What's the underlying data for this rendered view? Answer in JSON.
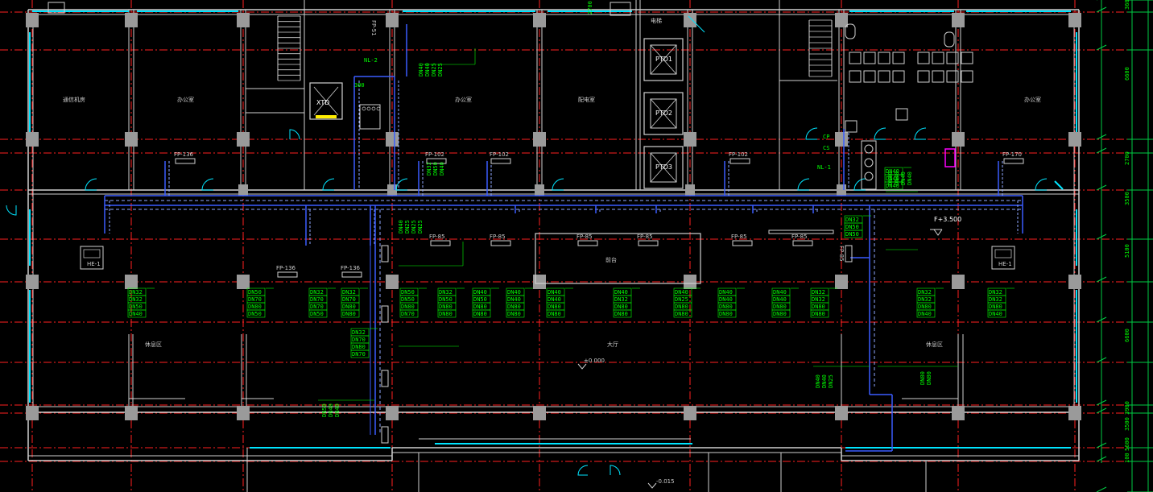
{
  "colors": {
    "background": "#000000",
    "wall": "#d0d0d0",
    "axis_red": "#ff2020",
    "window_cyan": "#00e5ff",
    "pipe_blue": "#3a5cff",
    "pipe_dashed": "#8fa8ff",
    "annotation_green": "#00ff00",
    "column_gray": "#9a9a9a",
    "dimension_green": "#00cc44",
    "magenta": "#ff00ff"
  },
  "rooms": [
    {
      "id": "r1",
      "label": "通信机房"
    },
    {
      "id": "r2",
      "label": "办公室"
    },
    {
      "id": "r3",
      "label": "办公室"
    },
    {
      "id": "r4",
      "label": "配电室"
    },
    {
      "id": "r5",
      "label": "办公室"
    },
    {
      "id": "r6",
      "label": "休息区"
    },
    {
      "id": "r7",
      "label": "大厅"
    },
    {
      "id": "r8",
      "label": "休息区"
    },
    {
      "id": "r9",
      "label": "前台"
    },
    {
      "id": "r10",
      "label": "电梯"
    }
  ],
  "elevators": [
    "PTD1",
    "PTD2",
    "PTD3"
  ],
  "stair_labels": [
    "XTD"
  ],
  "fan_coils": [
    "FP-136",
    "FP-102",
    "FP-102",
    "FP-102",
    "FP-170",
    "FP-136",
    "FP-136",
    "FP-85",
    "FP-85",
    "FP-85",
    "FP-85",
    "FP-85",
    "FP-51",
    "FP-85",
    "FP-85"
  ],
  "air_units": [
    "HE-1",
    "HE-1"
  ],
  "levels": [
    "F+3.500",
    "±0.000",
    "-0.015"
  ],
  "pipe_tags": [
    "NL-2",
    "NL-1",
    "CP",
    "CS",
    "300"
  ],
  "dimensions_right": [
    "3600",
    "6600",
    "2700",
    "3500",
    "5100",
    "6600",
    "3900",
    "3500",
    "5600",
    "100"
  ],
  "pipe_groups": [
    [
      "DN32",
      "DN32",
      "DN50",
      "DN40"
    ],
    [
      "DN50",
      "DN70",
      "DN80",
      "DN50"
    ],
    [
      "DN32",
      "DN70",
      "DN70",
      "DN50"
    ],
    [
      "DN32",
      "DN70",
      "DN80",
      "DN80"
    ],
    [
      "DN50",
      "DN50",
      "DN80",
      "DN70"
    ],
    [
      "DN32",
      "DN50",
      "DN80",
      "DN80"
    ],
    [
      "DN40",
      "DN50",
      "DN80",
      "DN80"
    ],
    [
      "DN40",
      "DN40",
      "DN80",
      "DN80"
    ],
    [
      "DN40",
      "DN40",
      "DN80",
      "DN80"
    ],
    [
      "DN40",
      "DN32",
      "DN80",
      "DN80"
    ],
    [
      "DN40",
      "DN25",
      "DN80",
      "DN80"
    ],
    [
      "DN40",
      "DN40",
      "DN80",
      "DN80"
    ],
    [
      "DN40",
      "DN40",
      "DN80",
      "DN80"
    ],
    [
      "DN32",
      "DN32",
      "DN80",
      "DN80"
    ],
    [
      "DN32",
      "DN32",
      "DN80",
      "DN40"
    ],
    [
      "DN32",
      "DN32",
      "DN80",
      "DN40"
    ],
    [
      "DN32",
      "DN70",
      "DN80",
      "DN70"
    ],
    [
      "DN32",
      "DN50",
      "DN50"
    ],
    [
      "DN40",
      "DN40",
      "DN40"
    ]
  ],
  "vertical_tags": [
    "DN40",
    "DN40",
    "DN25",
    "DN25",
    "DN32",
    "DN50",
    "DN40",
    "DN40",
    "DN25",
    "DN25",
    "DN25",
    "DN40",
    "DN40",
    "DN40",
    "DN40",
    "DN80",
    "DN80"
  ]
}
